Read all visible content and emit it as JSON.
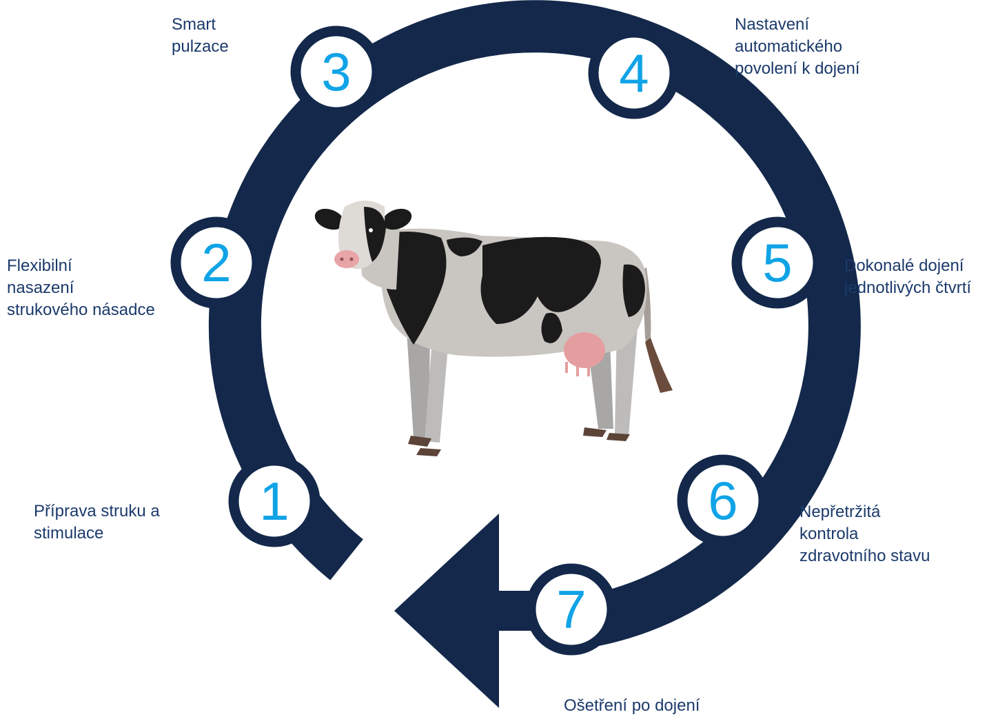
{
  "colors": {
    "ring": "#13284a",
    "number": "#10a3e6",
    "label_text": "#1b3a6b",
    "node_fill": "#ffffff"
  },
  "steps": [
    {
      "number": "1",
      "label": "Příprava struku a\nstimulace"
    },
    {
      "number": "2",
      "label": "Flexibilní\nnasazení\nstrukového násadce"
    },
    {
      "number": "3",
      "label": "Smart\npulzace"
    },
    {
      "number": "4",
      "label": "Nastavení\nautomatického\npovolení k dojení"
    },
    {
      "number": "5",
      "label": "Dokonalé dojení\njednotlivých čtvrtí"
    },
    {
      "number": "6",
      "label": "Nepřetržitá\nkontrola\nzdravotního stavu"
    },
    {
      "number": "7",
      "label": "Ošetření po dojení"
    }
  ],
  "illustration": {
    "icon": "holstein-cow-icon"
  }
}
